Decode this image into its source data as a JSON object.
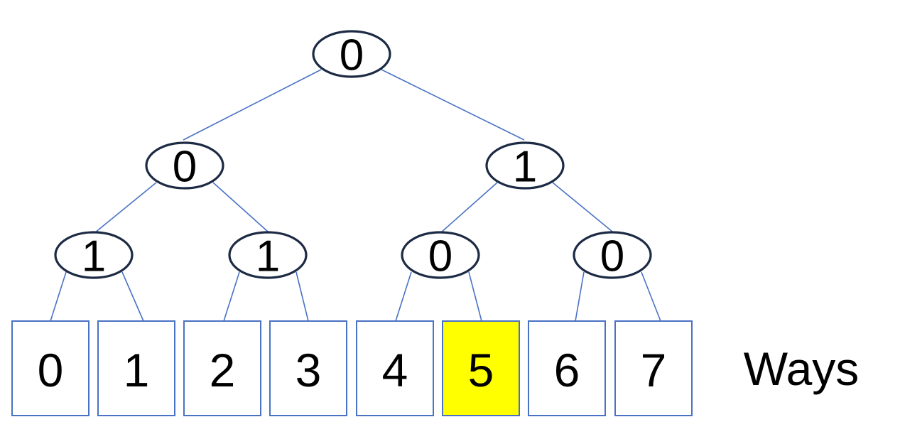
{
  "tree": {
    "root": {
      "bit": "0"
    },
    "level1": [
      {
        "bit": "0"
      },
      {
        "bit": "1"
      }
    ],
    "level2": [
      {
        "bit": "1"
      },
      {
        "bit": "1"
      },
      {
        "bit": "0"
      },
      {
        "bit": "0"
      }
    ]
  },
  "ways": {
    "items": [
      {
        "label": "0",
        "highlighted": false
      },
      {
        "label": "1",
        "highlighted": false
      },
      {
        "label": "2",
        "highlighted": false
      },
      {
        "label": "3",
        "highlighted": false
      },
      {
        "label": "4",
        "highlighted": false
      },
      {
        "label": "5",
        "highlighted": true
      },
      {
        "label": "6",
        "highlighted": false
      },
      {
        "label": "7",
        "highlighted": false
      }
    ],
    "caption": "Ways"
  },
  "colors": {
    "highlight": "#ffff00",
    "box_fill": "#ffffff",
    "edge": "#4a72c4",
    "node_outline": "#1c2a44"
  }
}
